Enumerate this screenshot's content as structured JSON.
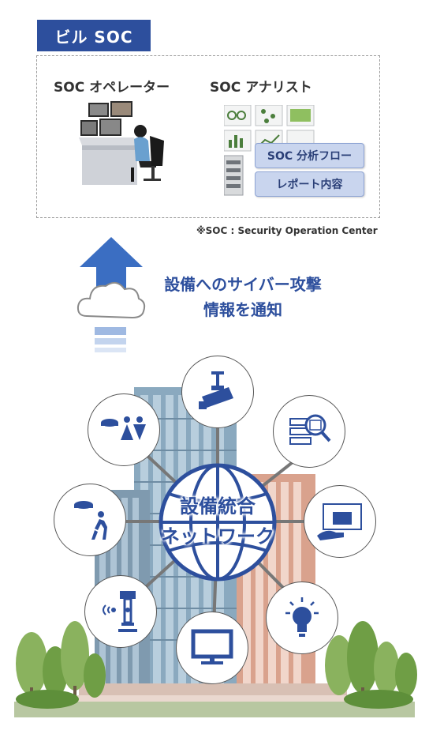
{
  "soc_tag": "ビル SOC",
  "operator_label": "SOC オペレーター",
  "analyst_label": "SOC アナリスト",
  "analysis_flow": "SOC 分析フロー",
  "report_content": "レポート内容",
  "footnote": "※SOC : Security Operation Center",
  "notify_line1": "設備へのサイバー攻撃",
  "notify_line2": "情報を通知",
  "network_line1": "設備統合",
  "network_line2": "ネットワーク",
  "colors": {
    "primary": "#2d4f9d",
    "light": "#c9d5ee"
  },
  "devices": [
    "surveillance-camera-icon",
    "ai-server-search-icon",
    "display-interface-icon",
    "smart-lightbulb-icon",
    "monitor-icon",
    "access-reader-icon",
    "motion-sensor-person-icon",
    "occupancy-sensor-people-icon"
  ]
}
